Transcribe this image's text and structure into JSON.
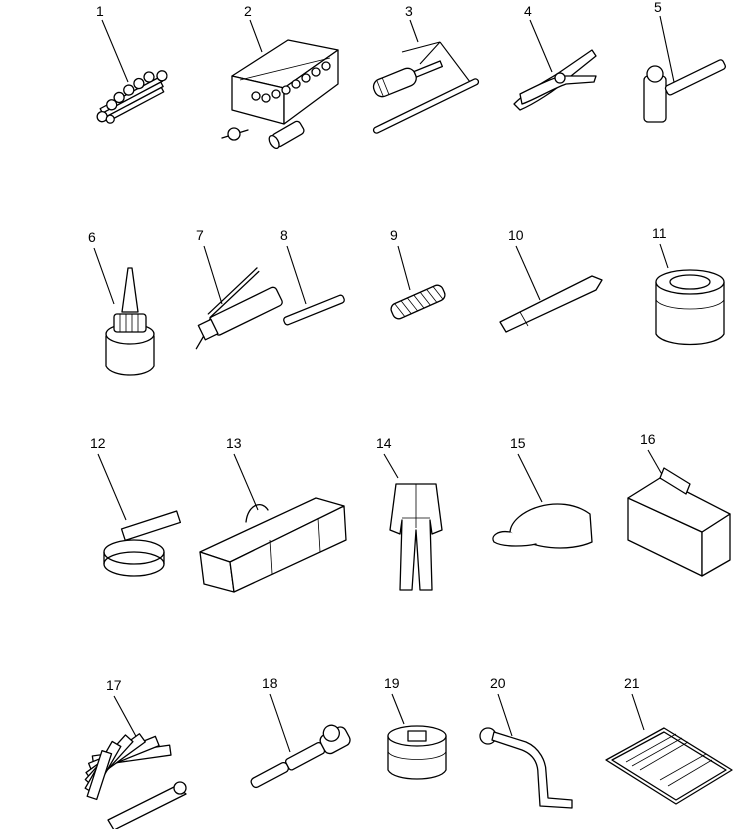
{
  "figure": {
    "callouts": [
      {
        "label": "1"
      },
      {
        "label": "2"
      },
      {
        "label": "3"
      },
      {
        "label": "4"
      },
      {
        "label": "5"
      },
      {
        "label": "6"
      },
      {
        "label": "7"
      },
      {
        "label": "8"
      },
      {
        "label": "9"
      },
      {
        "label": "10"
      },
      {
        "label": "11"
      },
      {
        "label": "12"
      },
      {
        "label": "13"
      },
      {
        "label": "14"
      },
      {
        "label": "15"
      },
      {
        "label": "16"
      },
      {
        "label": "17"
      },
      {
        "label": "18"
      },
      {
        "label": "19"
      },
      {
        "label": "20"
      },
      {
        "label": "21"
      }
    ]
  }
}
